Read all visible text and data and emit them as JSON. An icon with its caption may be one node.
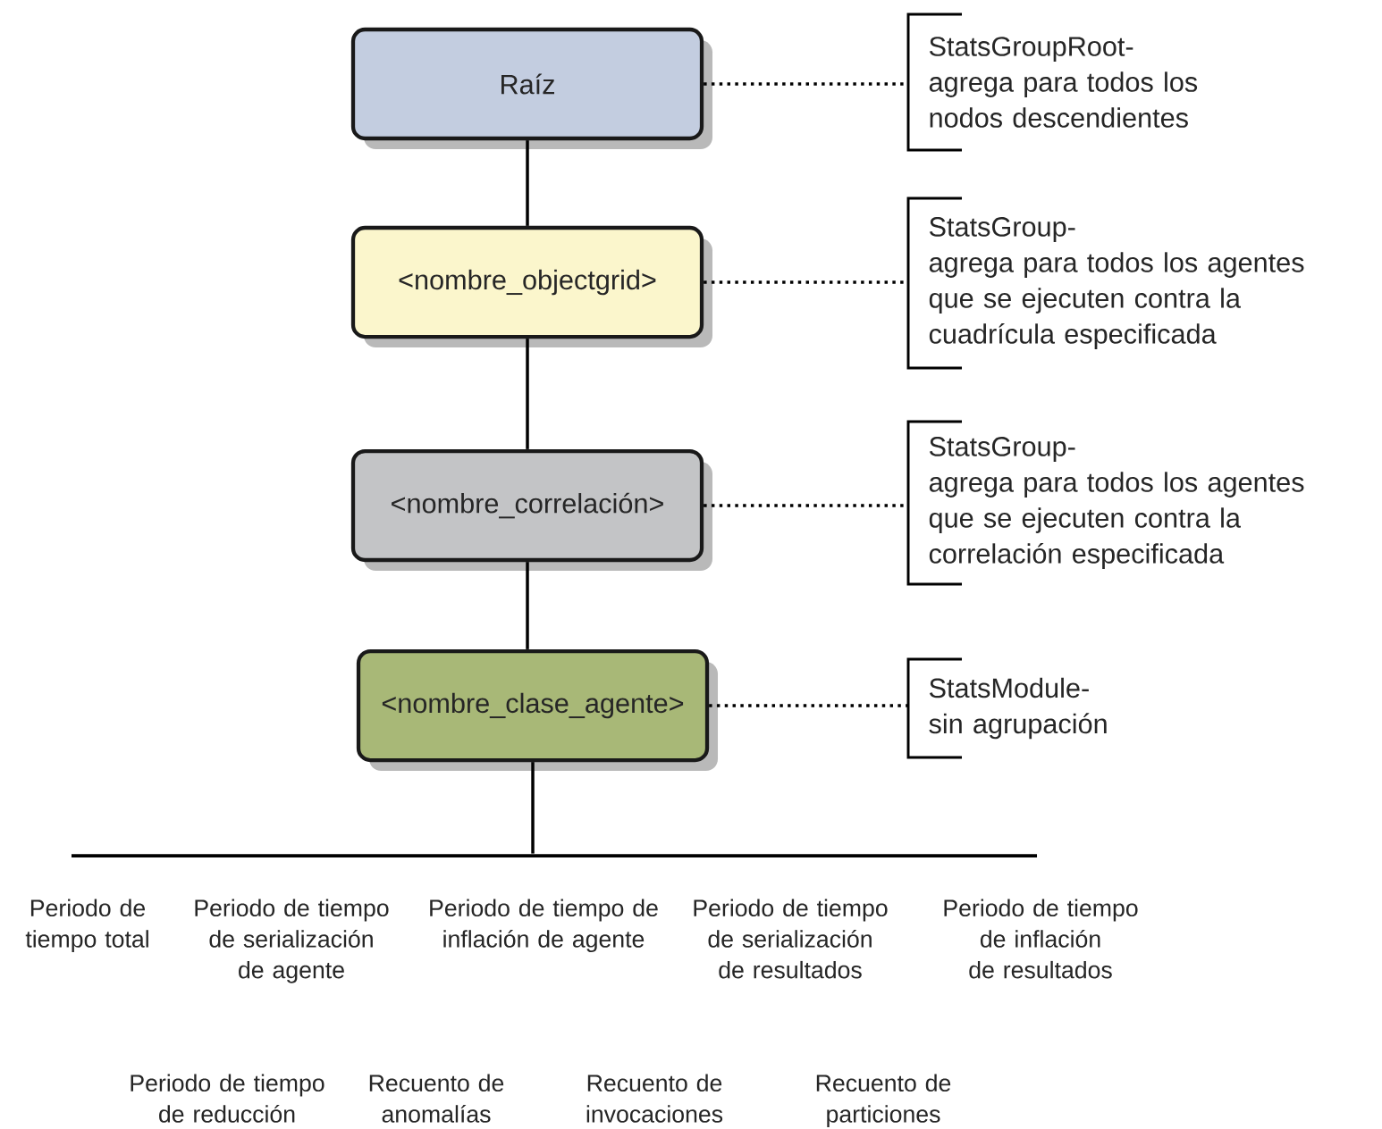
{
  "diagram": {
    "nodes": [
      {
        "text": [
          "Raíz"
        ]
      },
      {
        "text": [
          "<nombre_objectgrid>"
        ]
      },
      {
        "text": [
          "<nombre_correlación>"
        ]
      },
      {
        "text": [
          "<nombre_clase_agente>"
        ]
      },
      {
        "text": [
          "StatsGroupRoot-",
          "agrega para todos los nodos descendientes"
        ]
      },
      {
        "text": [
          "StatsGroup-",
          "agrega para todos los agentes que se ejecuten contra la cuadrícula especificada"
        ]
      },
      {
        "text": [
          "StatsGroup-",
          "agrega para todos los agentes que se ejecuten contra la correlación especificada"
        ]
      },
      {
        "text": [
          "StatsModule-",
          "sin agrupación"
        ]
      },
      {
        "text": [],
        "shape": "bar"
      }
    ],
    "edges": [
      {
        "from": 0,
        "to": 1,
        "arrow": "none"
      },
      {
        "from": 1,
        "to": 2,
        "arrow": "none"
      },
      {
        "from": 2,
        "to": 3,
        "arrow": "none"
      },
      {
        "from": 3,
        "to": 8,
        "arrow": "none"
      },
      {
        "from": 0,
        "to": 4,
        "arrow": "none",
        "style": "dashed"
      },
      {
        "from": 1,
        "to": 5,
        "arrow": "none",
        "style": "dashed"
      },
      {
        "from": 2,
        "to": 6,
        "arrow": "none",
        "style": "dashed"
      },
      {
        "from": 3,
        "to": 7,
        "arrow": "none",
        "style": "dashed"
      }
    ],
    "labels": [
      "Periodo de tiempo total",
      "Periodo de tiempo de serialización de agente",
      "Periodo de tiempo de inflación de agente",
      "Periodo de tiempo de serialización de resultados",
      "Periodo de tiempo de inflación de resultados",
      "Periodo de tiempo de reducción",
      "Recuento de anomalías",
      "Recuento de invocaciones",
      "Recuento de particiones"
    ]
  }
}
